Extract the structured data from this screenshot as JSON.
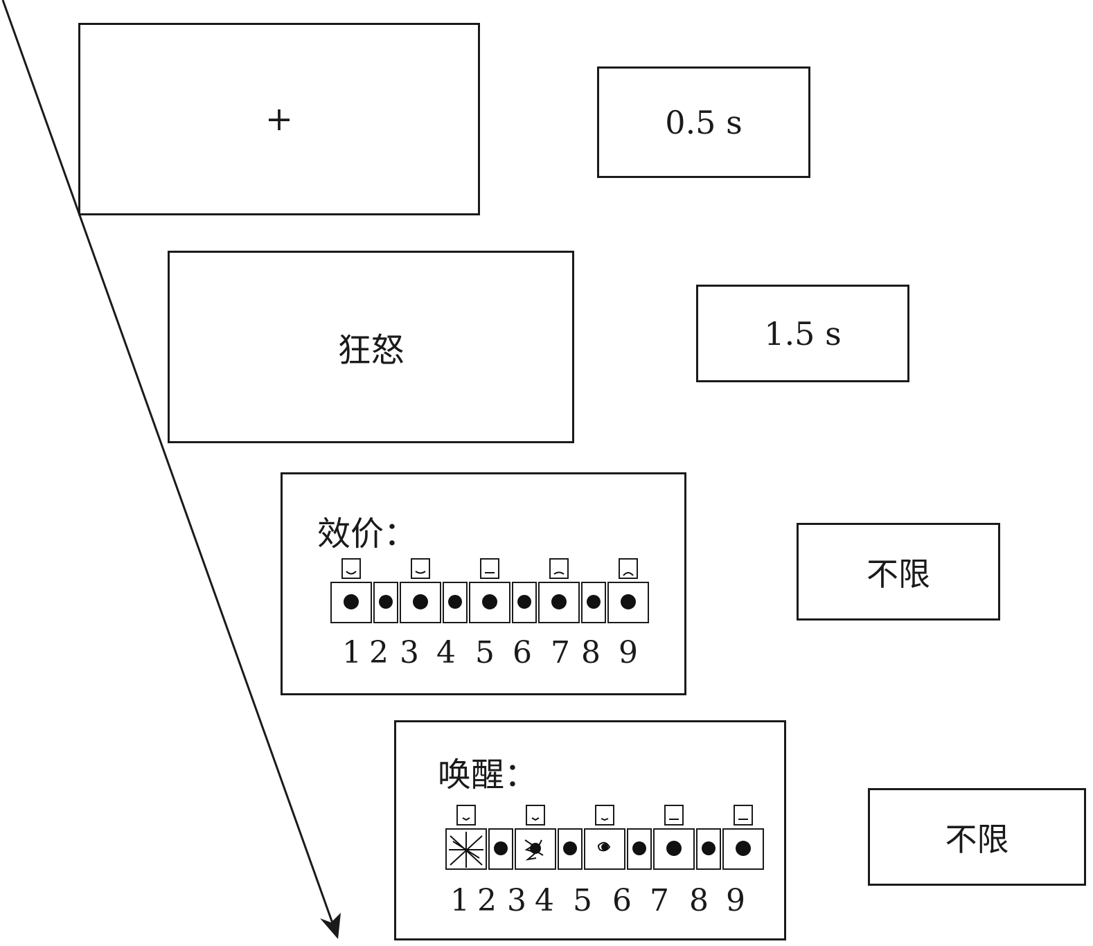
{
  "screens": [
    {
      "content": "+",
      "duration": "0.5 s"
    },
    {
      "content": "狂怒",
      "duration": "1.5 s"
    },
    {
      "prompt": "效价：",
      "scale_numbers": [
        "1",
        "2",
        "3",
        "4",
        "5",
        "6",
        "7",
        "8",
        "9"
      ],
      "duration": "不限"
    },
    {
      "prompt": "唤醒：",
      "scale_numbers": [
        "1",
        "2",
        "3",
        "4",
        "5",
        "6",
        "7",
        "8",
        "9"
      ],
      "duration": "不限"
    }
  ]
}
